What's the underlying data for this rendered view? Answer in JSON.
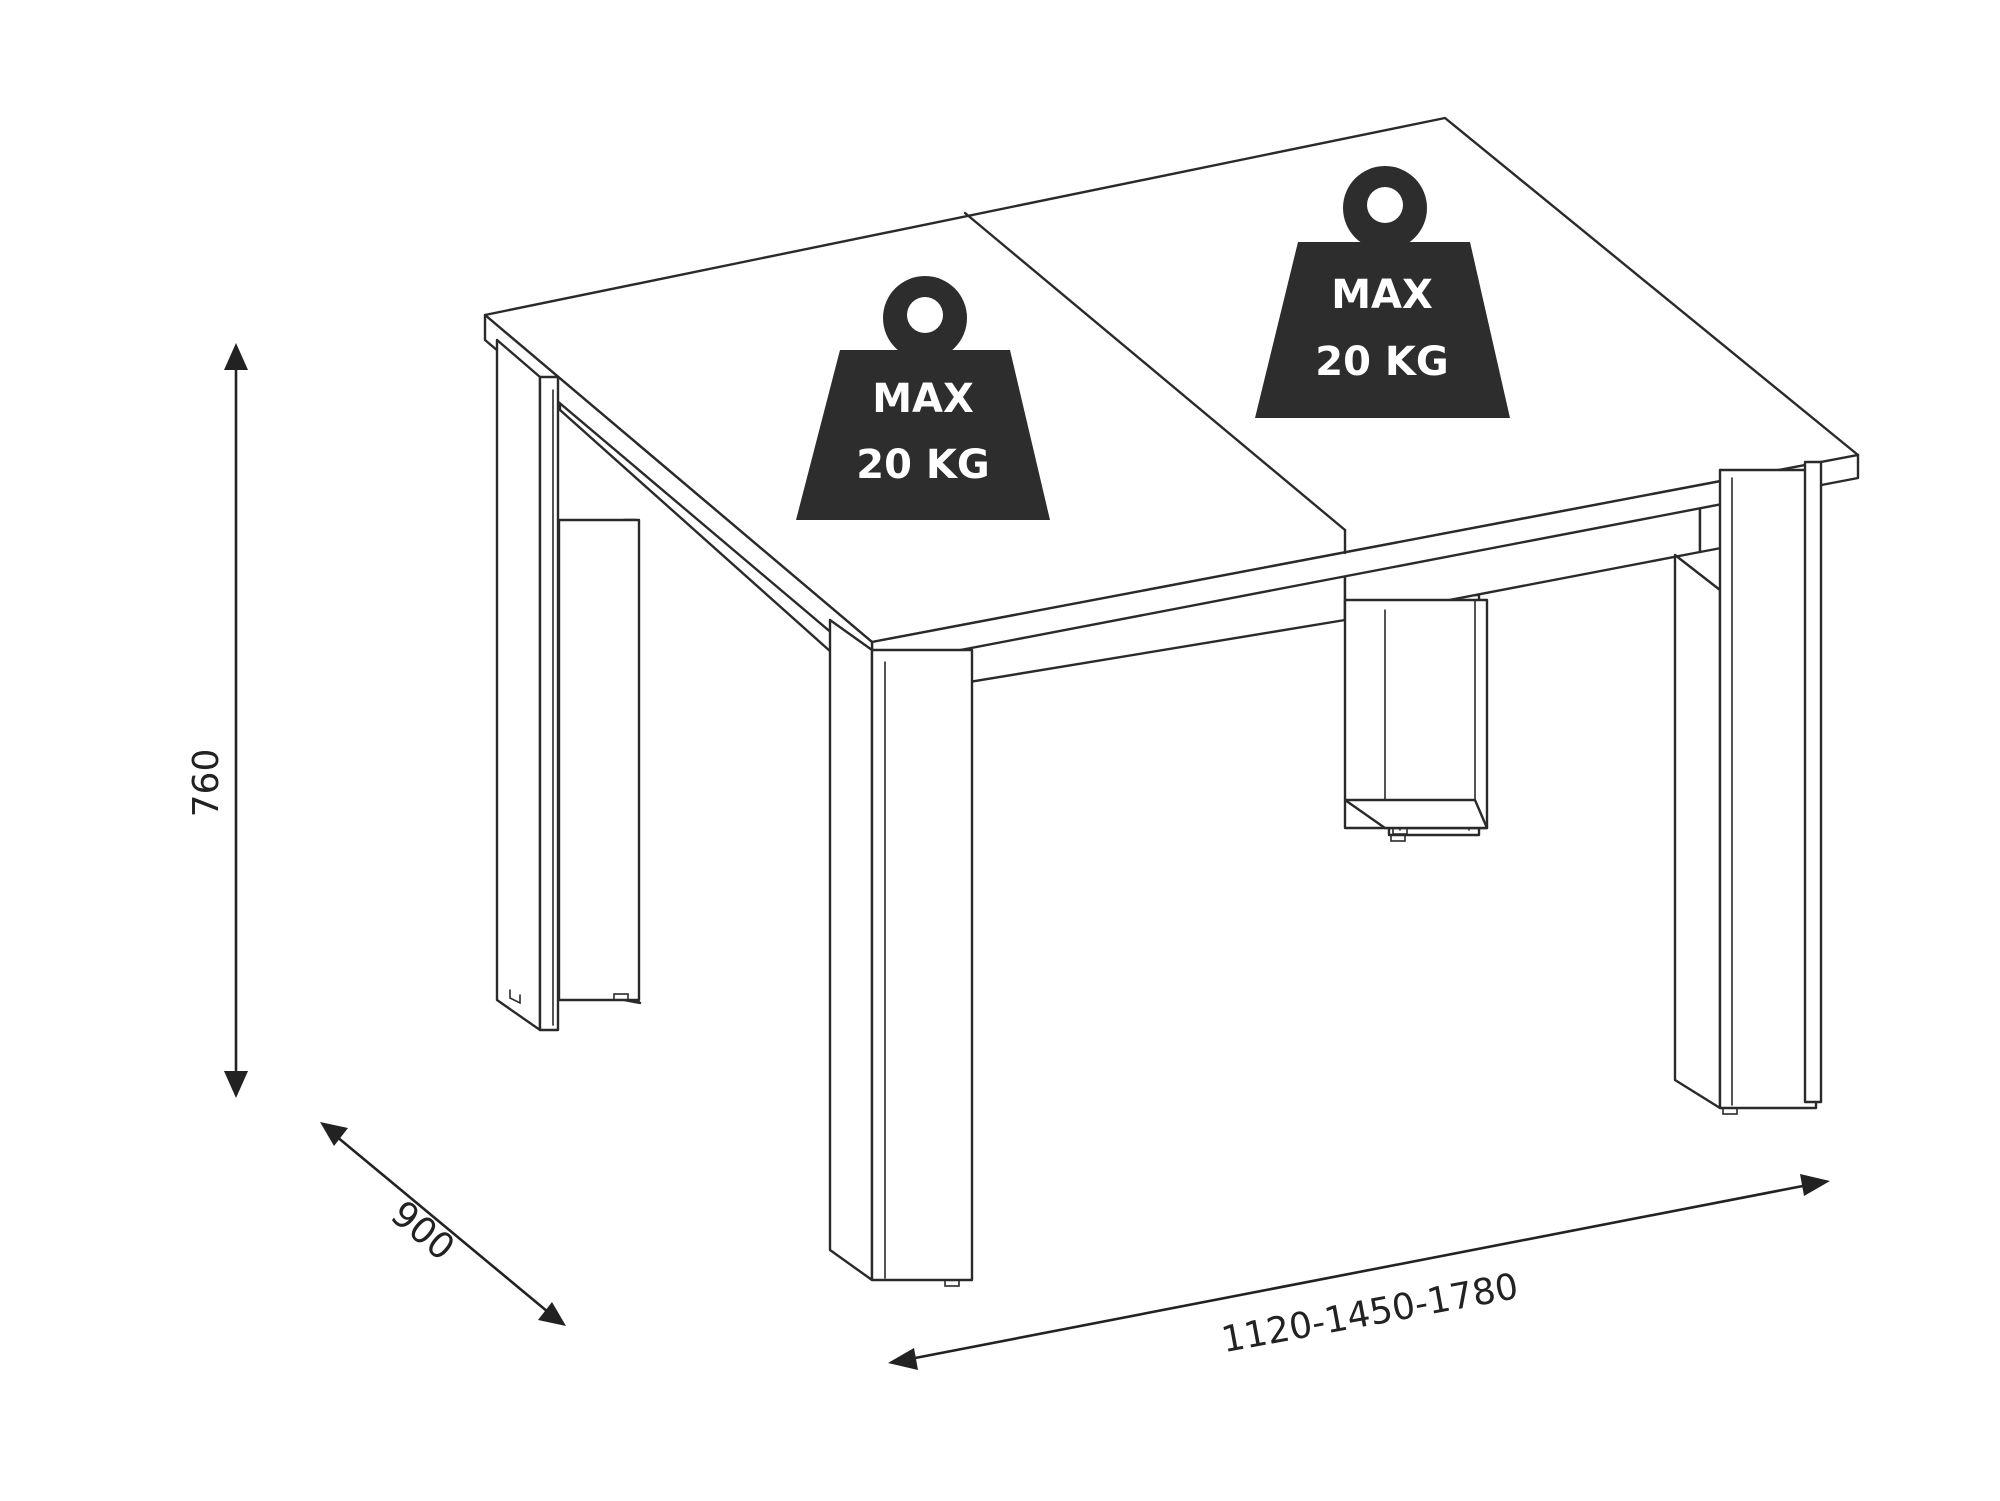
{
  "dimensions": {
    "height": "760",
    "depth": "900",
    "width": "1120-1450-1780"
  },
  "weight_labels": [
    {
      "line1": "MAX",
      "line2": "20 KG"
    },
    {
      "line1": "MAX",
      "line2": "20 KG"
    }
  ],
  "colors": {
    "line": "#2a2a2a",
    "weight_fill": "#2d2d2d",
    "background": "#ffffff"
  }
}
